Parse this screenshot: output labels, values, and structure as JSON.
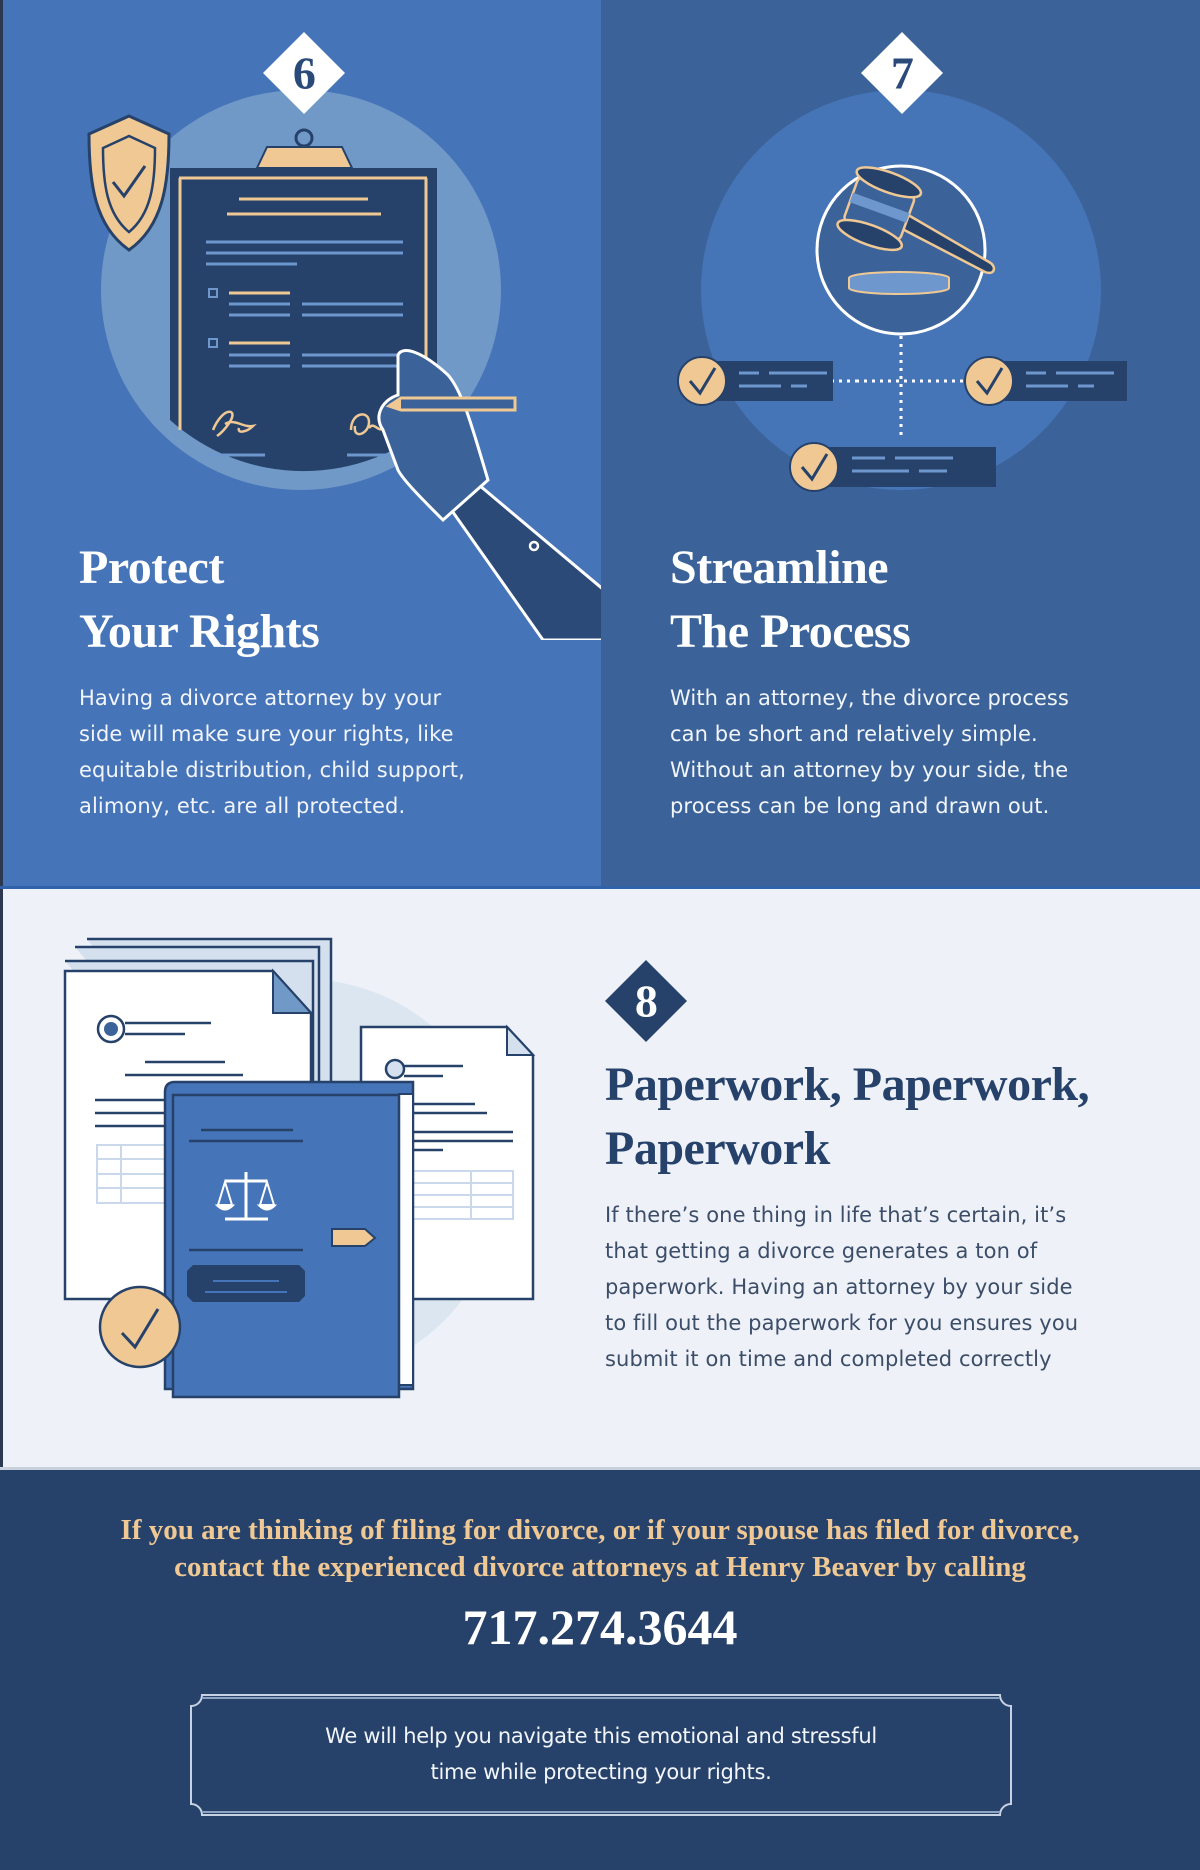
{
  "sections": [
    {
      "number": "6",
      "title_line1": "Protect",
      "title_line2": "Your Rights",
      "body": [
        "Having a divorce attorney by your",
        "side will make sure your rights, like",
        "equitable distribution, child support,",
        "alimony, etc. are all protected."
      ],
      "illustration": "clipboard-signing-icon"
    },
    {
      "number": "7",
      "title_line1": "Streamline",
      "title_line2": "The Process",
      "body": [
        "With an attorney, the divorce process",
        "can be short and relatively simple.",
        "Without an attorney by your side, the",
        "process can be long and drawn out."
      ],
      "illustration": "gavel-checklist-icon"
    },
    {
      "number": "8",
      "title_line1": "Paperwork, Paperwork,",
      "title_line2": "Paperwork",
      "body": [
        "If there’s one thing in life that’s certain, it’s",
        "that getting a divorce generates a ton of",
        "paperwork. Having an attorney by your side",
        "to fill out the paperwork for you ensures you",
        "submit it on time and completed correctly"
      ],
      "illustration": "legal-documents-book-icon"
    }
  ],
  "footer": {
    "cta_line1": "If you are thinking of filing for divorce, or if your spouse has filed for divorce,",
    "cta_line2": "contact the experienced divorce attorneys at Henry Beaver by calling",
    "phone": "717.274.3644",
    "promise_line1": "We will help you navigate this emotional and stressful",
    "promise_line2": "time while protecting your rights."
  },
  "colors": {
    "panel_6_bg": "#4674b8",
    "panel_7_bg": "#3b6399",
    "panel_8_bg": "#eef2f8",
    "footer_bg": "#27426a",
    "navy": "#27426a",
    "gold": "#efc894",
    "white": "#ffffff"
  }
}
